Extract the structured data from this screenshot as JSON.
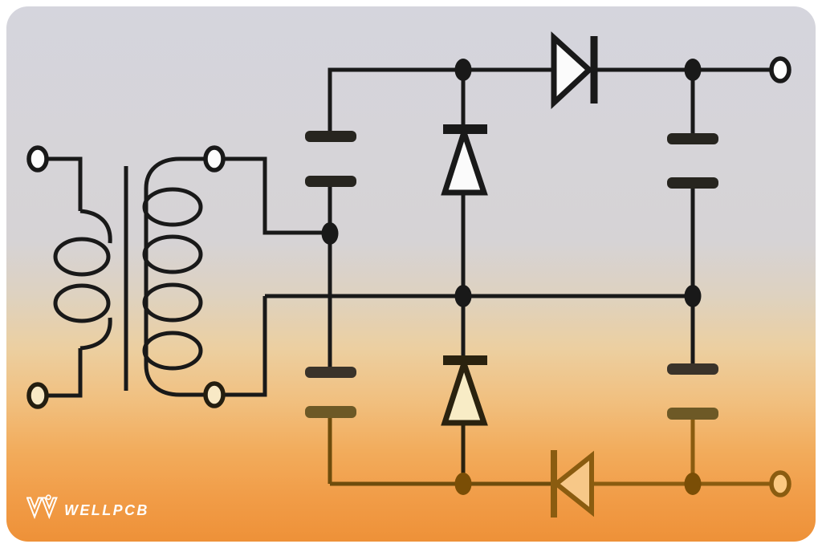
{
  "image": {
    "kind": "circuit-schematic",
    "subject": "transformer-fed dual-polarity voltage-doubler rectifier"
  },
  "logo": {
    "text": "WELLPCB",
    "mark": "wellpcb-w-monogram"
  },
  "colors": {
    "page_frame": "#ffffff",
    "bg_top": "#d5d5dd",
    "bg_gray": "#d6d3d5",
    "bg_cream": "#ded2c0",
    "bg_sand": "#eccfa0",
    "bg_peach": "#f1bf7e",
    "bg_orange": "#f2ac5c",
    "bg_amber": "#f19c47",
    "bg_deep": "#ee9138",
    "wire": "#191919",
    "plate_dark": "#27251f",
    "plate_warm_dark": "#3a332a",
    "plate_olive": "#6d5926",
    "rail": "#8a5c10",
    "rail_dark": "#6e4c0c",
    "dot_brown": "#7a4e06",
    "diode_outline_dark": "#2a220f",
    "diode_fill_white": "#fbfbfb",
    "diode_fill_cream": "#f8ecc6",
    "diode_fill_orange": "#f7c888",
    "terminal_white": "#fdfdfd",
    "terminal_cream": "#f8e9c6",
    "terminal_orange": "#fbc981",
    "terminal_dark_outline": "#241e10",
    "logo_white": "#ffffff"
  },
  "components": {
    "transformer": [
      "primary-winding",
      "core-bar",
      "secondary-winding"
    ],
    "capacitors": [
      "c1-upper-left",
      "c2-upper-right",
      "c3-lower-left",
      "c4-lower-right"
    ],
    "diodes": [
      "d1-top-rail-right-pointing",
      "d2-middle-up-pointing",
      "d3-middle-up-pointing",
      "d4-bottom-rail-left-pointing"
    ],
    "terminals": [
      "primary-top",
      "primary-bottom",
      "secondary-top",
      "secondary-bottom",
      "output-top-right",
      "output-bottom-right"
    ],
    "junction_dots": [
      "a-secondary-top-node",
      "b-top-rail",
      "c-top-output",
      "d-mid-rail-left",
      "e-mid-rail-right",
      "f-bottom-rail-left",
      "g-bottom-output"
    ]
  }
}
